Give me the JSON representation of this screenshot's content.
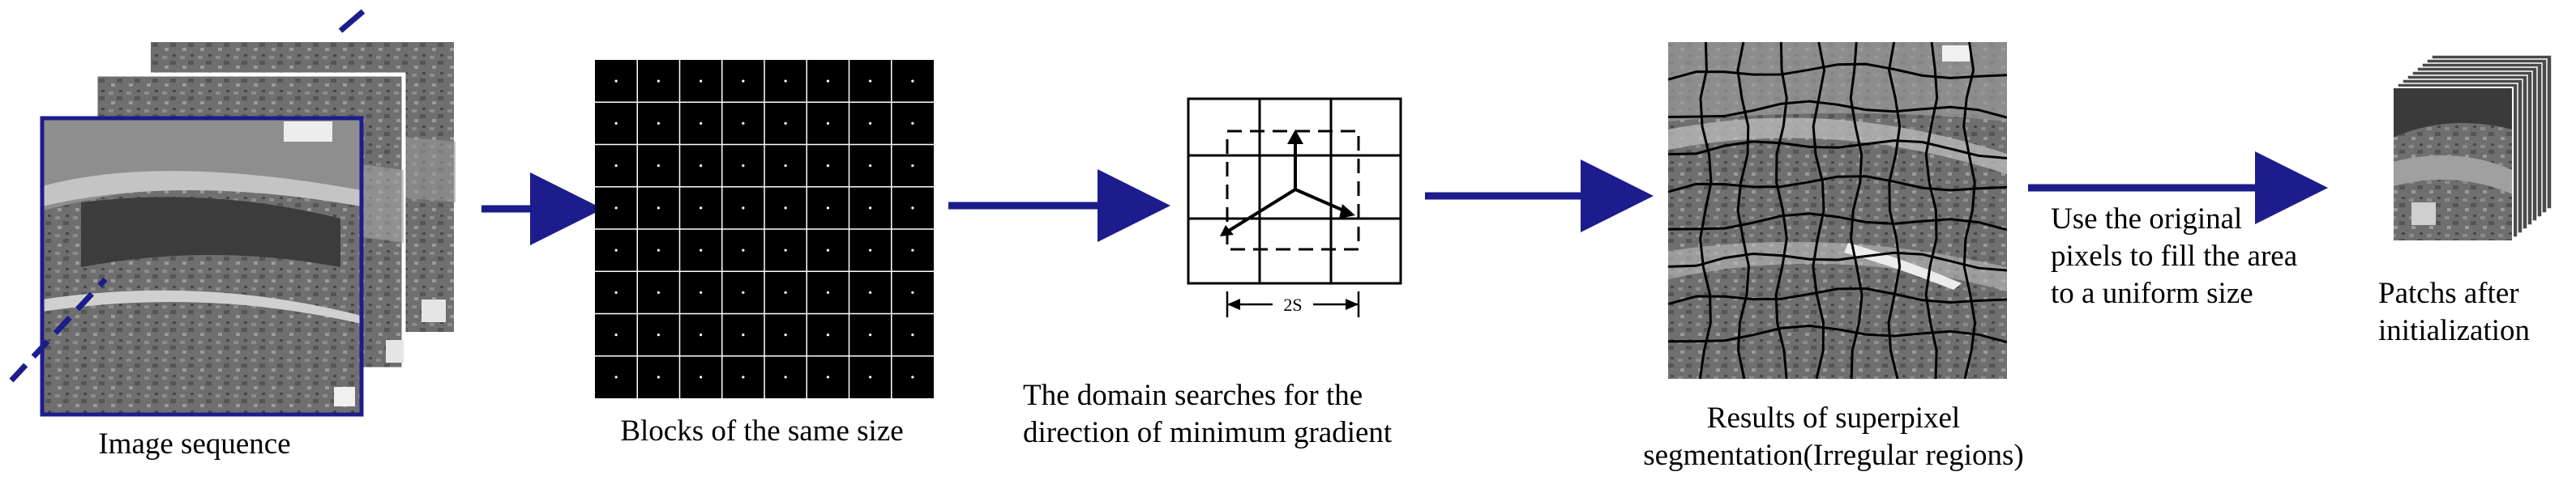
{
  "colors": {
    "arrow": "#1c1c8c",
    "frame_border": "#1c1c8c",
    "grid_background": "#000000",
    "grid_line": "#ffffff",
    "grayscale_terrain": "#7a7a7a"
  },
  "stages": [
    {
      "id": "image-sequence",
      "label": "Image sequence"
    },
    {
      "id": "blocks",
      "label": "Blocks of the same size"
    },
    {
      "id": "domain-search",
      "label_lines": [
        "The domain searches for the",
        "direction of minimum gradient"
      ],
      "diagram_text": "2S"
    },
    {
      "id": "superpixel",
      "label_lines": [
        "Results of superpixel",
        "segmentation(Irregular regions)"
      ]
    },
    {
      "id": "fill",
      "label_lines": [
        "Use the original",
        "pixels to fill the area",
        "to a uniform size"
      ]
    },
    {
      "id": "patches",
      "label_lines": [
        "Patchs after",
        "initialization"
      ]
    }
  ]
}
